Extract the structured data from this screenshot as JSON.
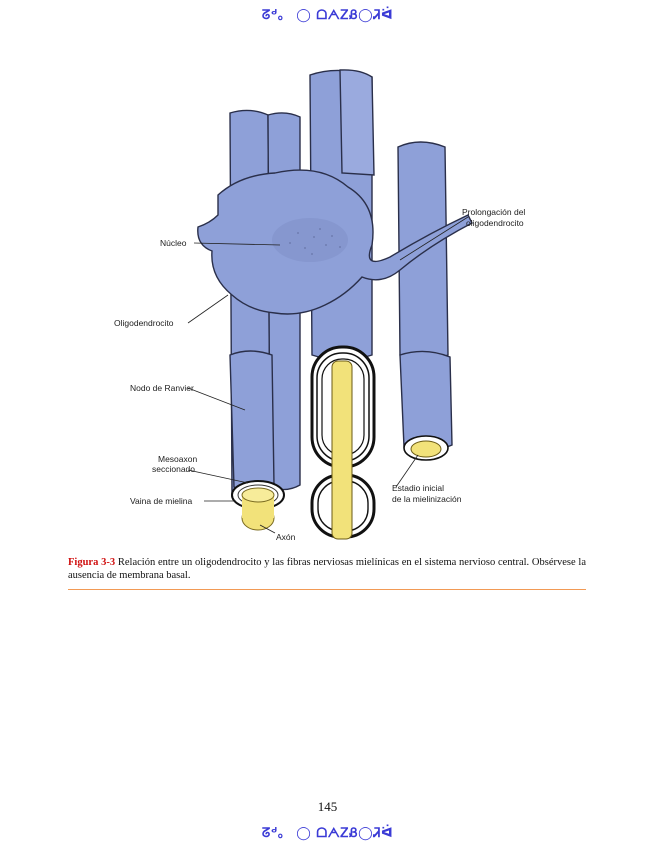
{
  "header": {
    "mark": "ᘔᒄ。 ◯ ᗝᗅᏃᏰ◯Ꮨᐛ"
  },
  "figure": {
    "labels": {
      "nucleo": "Núcleo",
      "oligodendrocito": "Oligodendrocito",
      "nodo_ranvier": "Nodo de Ranvier",
      "mesoaxon_1": "Mesoaxon",
      "mesoaxon_2": "seccionado",
      "vaina": "Vaina de mielina",
      "axon": "Axón",
      "prolongacion_1": "Prolongación del",
      "prolongacion_2": "oligodendrocito",
      "estadio_1": "Estadio inicial",
      "estadio_2": "de la mielinización"
    },
    "colors": {
      "fiber": "#8ea0d8",
      "fiber_outline": "#2a2f4a",
      "axon": "#f2e27a",
      "myelin_ring": "#111111"
    }
  },
  "caption": {
    "label": "Figura 3-3",
    "text": " Relación entre un oligodendrocito y las fibras nerviosas mielínicas en el sistema nervioso central. Obsérvese la ausencia de membrana basal."
  },
  "footer": {
    "page_number": "145",
    "mark": "ᘔᒄ。 ◯ ᗝᗅᏃᏰ◯Ꮨᐛ"
  }
}
